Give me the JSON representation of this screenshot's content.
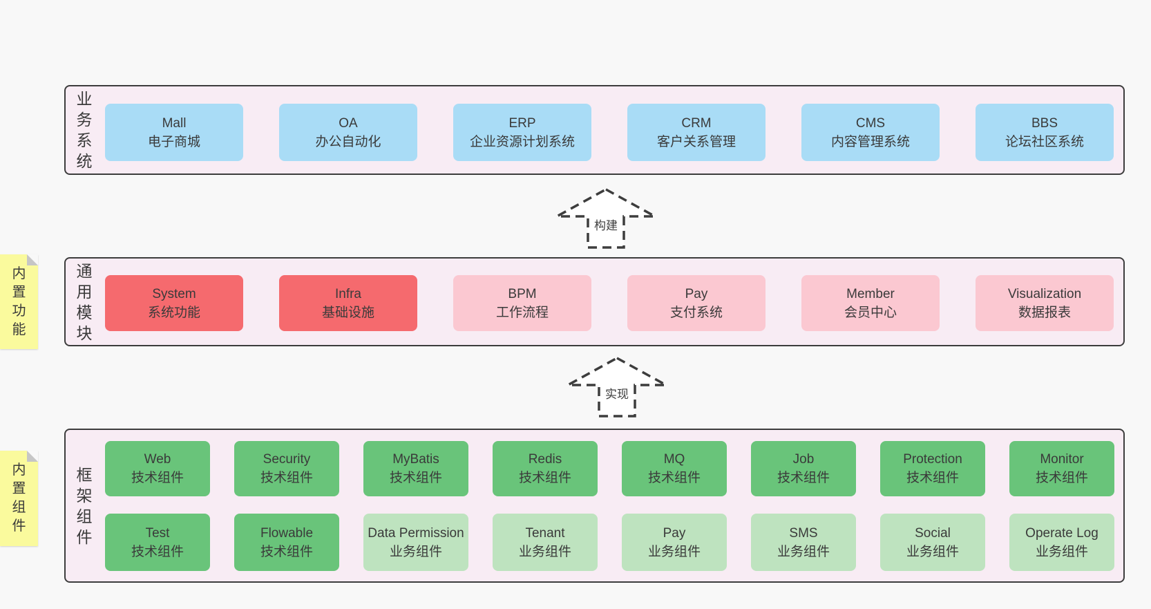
{
  "business": {
    "label": "业务系统",
    "boxes": [
      {
        "title": "Mall",
        "subtitle": "电子商城"
      },
      {
        "title": "OA",
        "subtitle": "办公自动化"
      },
      {
        "title": "ERP",
        "subtitle": "企业资源计划系统"
      },
      {
        "title": "CRM",
        "subtitle": "客户关系管理"
      },
      {
        "title": "CMS",
        "subtitle": "内容管理系统"
      },
      {
        "title": "BBS",
        "subtitle": "论坛社区系统"
      }
    ]
  },
  "arrows": {
    "build": "构建",
    "implement": "实现"
  },
  "modules": {
    "label": "通用模块",
    "note": "内置功能",
    "boxes": [
      {
        "title": "System",
        "subtitle": "系统功能"
      },
      {
        "title": "Infra",
        "subtitle": "基础设施"
      },
      {
        "title": "BPM",
        "subtitle": "工作流程"
      },
      {
        "title": "Pay",
        "subtitle": "支付系统"
      },
      {
        "title": "Member",
        "subtitle": "会员中心"
      },
      {
        "title": "Visualization",
        "subtitle": "数据报表"
      }
    ]
  },
  "components": {
    "label": "框架组件",
    "note": "内置组件",
    "row1": [
      {
        "title": "Web",
        "subtitle": "技术组件"
      },
      {
        "title": "Security",
        "subtitle": "技术组件"
      },
      {
        "title": "MyBatis",
        "subtitle": "技术组件"
      },
      {
        "title": "Redis",
        "subtitle": "技术组件"
      },
      {
        "title": "MQ",
        "subtitle": "技术组件"
      },
      {
        "title": "Job",
        "subtitle": "技术组件"
      },
      {
        "title": "Protection",
        "subtitle": "技术组件"
      },
      {
        "title": "Monitor",
        "subtitle": "技术组件"
      }
    ],
    "row2": [
      {
        "title": "Test",
        "subtitle": "技术组件"
      },
      {
        "title": "Flowable",
        "subtitle": "技术组件"
      },
      {
        "title": "Data Permission",
        "subtitle": "业务组件"
      },
      {
        "title": "Tenant",
        "subtitle": "业务组件"
      },
      {
        "title": "Pay",
        "subtitle": "业务组件"
      },
      {
        "title": "SMS",
        "subtitle": "业务组件"
      },
      {
        "title": "Social",
        "subtitle": "业务组件"
      },
      {
        "title": "Operate Log",
        "subtitle": "业务组件"
      }
    ]
  },
  "colors": {
    "page_bg": "#f8f8f8",
    "layer_bg": "#f8ecf4",
    "layer_border": "#3c3c3c",
    "blue_box": "#a9dcf6",
    "red_box": "#f56a6e",
    "pink_box": "#fbc8d1",
    "green_box": "#69c47a",
    "light_green_box": "#bee3bf",
    "sticky_note": "#fafa9d",
    "note_fold": "#c6c6c6",
    "text": "#3a3a3a"
  }
}
